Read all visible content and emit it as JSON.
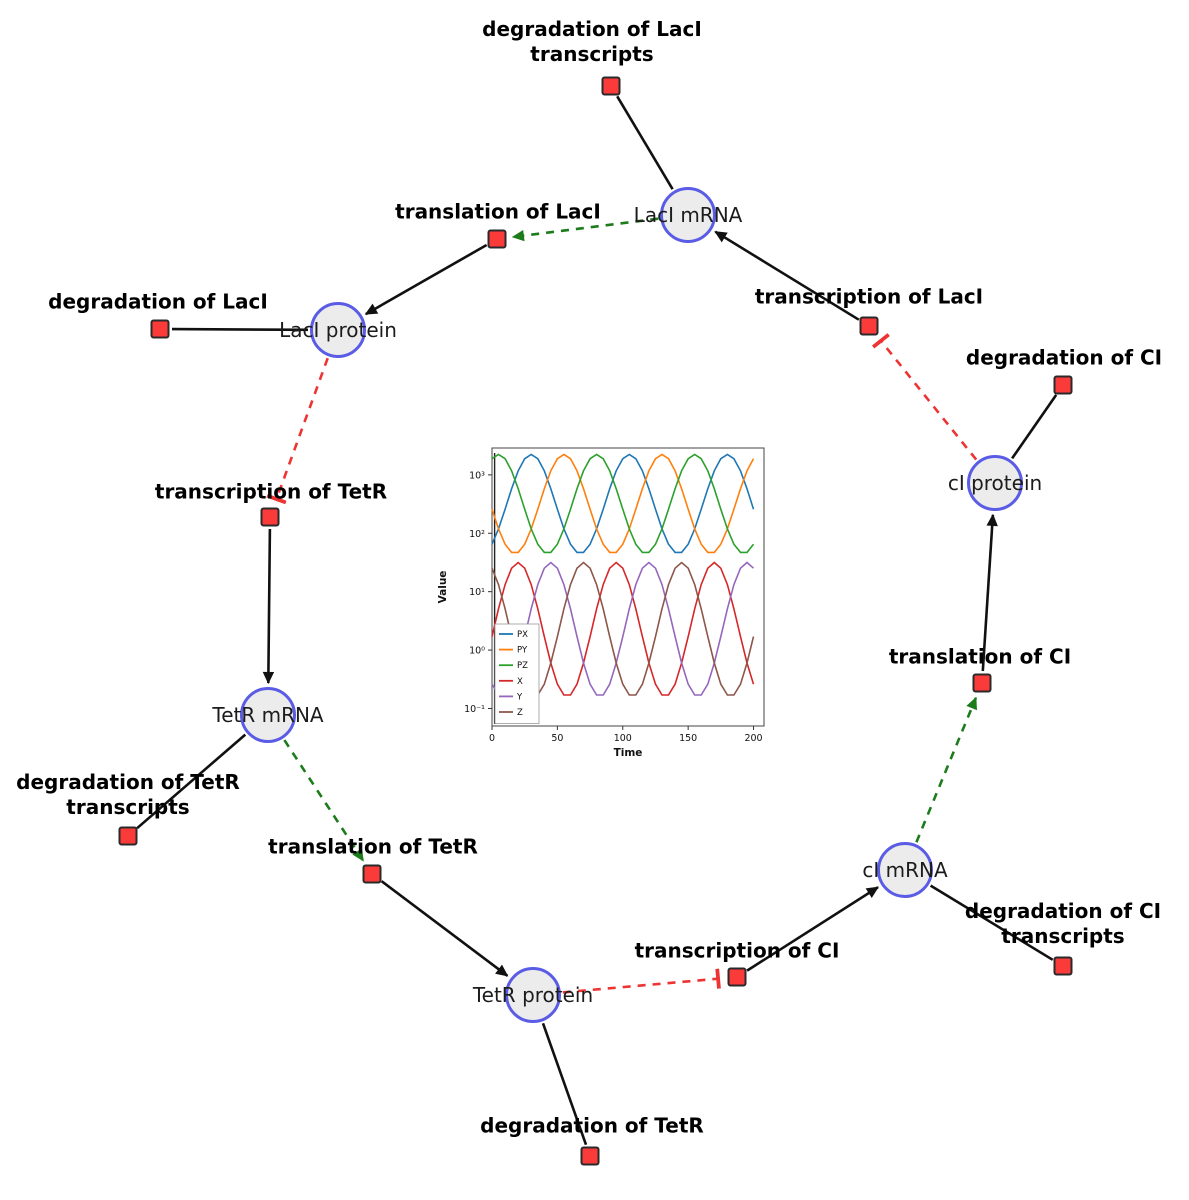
{
  "network": {
    "species": [
      {
        "id": "laci_mrna",
        "label": "LacI mRNA"
      },
      {
        "id": "laci_protein",
        "label": "LacI protein"
      },
      {
        "id": "tetr_mrna",
        "label": "TetR mRNA"
      },
      {
        "id": "tetr_protein",
        "label": "TetR protein"
      },
      {
        "id": "ci_mrna",
        "label": "cI mRNA"
      },
      {
        "id": "ci_protein",
        "label": "cI protein"
      }
    ],
    "reactions": [
      {
        "id": "deg_laci_tx",
        "label": "degradation of LacI transcripts"
      },
      {
        "id": "transl_laci",
        "label": "translation of LacI"
      },
      {
        "id": "deg_laci",
        "label": "degradation of LacI"
      },
      {
        "id": "tc_laci",
        "label": "transcription of LacI"
      },
      {
        "id": "deg_ci",
        "label": "degradation of CI"
      },
      {
        "id": "tc_tetr",
        "label": "transcription of TetR"
      },
      {
        "id": "transl_ci",
        "label": "translation of CI"
      },
      {
        "id": "deg_tetr_tx",
        "label": "degradation of TetR transcripts"
      },
      {
        "id": "transl_tetr",
        "label": "translation of TetR"
      },
      {
        "id": "tc_ci",
        "label": "transcription of CI"
      },
      {
        "id": "deg_ci_tx",
        "label": "degradation of CI transcripts"
      },
      {
        "id": "deg_tetr",
        "label": "degradation of TetR"
      }
    ],
    "edges": [
      {
        "from": "laci_mrna",
        "to": "deg_laci_tx",
        "type": "consumption"
      },
      {
        "from": "laci_protein",
        "to": "deg_laci",
        "type": "consumption"
      },
      {
        "from": "tetr_mrna",
        "to": "deg_tetr_tx",
        "type": "consumption"
      },
      {
        "from": "tetr_protein",
        "to": "deg_tetr",
        "type": "consumption"
      },
      {
        "from": "ci_mrna",
        "to": "deg_ci_tx",
        "type": "consumption"
      },
      {
        "from": "ci_protein",
        "to": "deg_ci",
        "type": "consumption"
      },
      {
        "from": "tc_laci",
        "to": "laci_mrna",
        "type": "production"
      },
      {
        "from": "transl_laci",
        "to": "laci_protein",
        "type": "production"
      },
      {
        "from": "tc_tetr",
        "to": "tetr_mrna",
        "type": "production"
      },
      {
        "from": "transl_tetr",
        "to": "tetr_protein",
        "type": "production"
      },
      {
        "from": "tc_ci",
        "to": "ci_mrna",
        "type": "production"
      },
      {
        "from": "transl_ci",
        "to": "ci_protein",
        "type": "production"
      },
      {
        "from": "laci_mrna",
        "to": "transl_laci",
        "type": "modifier"
      },
      {
        "from": "tetr_mrna",
        "to": "transl_tetr",
        "type": "modifier"
      },
      {
        "from": "ci_mrna",
        "to": "transl_ci",
        "type": "modifier"
      },
      {
        "from": "laci_protein",
        "to": "tc_tetr",
        "type": "inhibition"
      },
      {
        "from": "tetr_protein",
        "to": "tc_ci",
        "type": "inhibition"
      },
      {
        "from": "ci_protein",
        "to": "tc_laci",
        "type": "inhibition"
      }
    ],
    "colors": {
      "species_fill": "#ececec",
      "species_border": "#5a5ce6",
      "reaction_fill": "#fb3a3a",
      "edge_black": "#111111",
      "edge_green": "#1c7c1c",
      "edge_red": "#ee3333"
    }
  },
  "chart_data": {
    "type": "line",
    "title": "",
    "xlabel": "Time",
    "ylabel": "Value",
    "y_scale": "log",
    "xlim": [
      0,
      208
    ],
    "ylim_log": [
      -1.3,
      3.46
    ],
    "x_ticks": [
      0,
      50,
      100,
      150,
      200
    ],
    "y_ticks": [
      0.1,
      1,
      10,
      100,
      1000
    ],
    "y_tick_labels": [
      "10⁻¹",
      "10⁰",
      "10¹",
      "10²",
      "10³"
    ],
    "legend_position": "lower left",
    "t_start": 0,
    "t_step": 5,
    "series": [
      {
        "name": "PX",
        "color": "#1f77b4",
        "values": [
          65,
          119,
          258,
          579,
          1172,
          1890,
          2239,
          1890,
          1172,
          579,
          258,
          119,
          65,
          47,
          47,
          65,
          119,
          258,
          579,
          1172,
          1890,
          2239,
          1890,
          1172,
          579,
          258,
          119,
          65,
          47,
          47,
          65,
          119,
          258,
          579,
          1172,
          1890,
          2239,
          1890,
          1172,
          579,
          258
        ]
      },
      {
        "name": "PY",
        "color": "#ff7f0e",
        "values": [
          258,
          119,
          65,
          47,
          47,
          65,
          119,
          258,
          579,
          1172,
          1890,
          2239,
          1890,
          1172,
          579,
          258,
          119,
          65,
          47,
          47,
          65,
          119,
          258,
          579,
          1172,
          1890,
          2239,
          1890,
          1172,
          579,
          258,
          119,
          65,
          47,
          47,
          65,
          119,
          258,
          579,
          1172,
          1890
        ]
      },
      {
        "name": "PZ",
        "color": "#2ca02c",
        "values": [
          1890,
          2239,
          1890,
          1172,
          579,
          258,
          119,
          65,
          47,
          47,
          65,
          119,
          258,
          579,
          1172,
          1890,
          2239,
          1890,
          1172,
          579,
          258,
          119,
          65,
          47,
          47,
          65,
          119,
          258,
          579,
          1172,
          1890,
          2239,
          1890,
          1172,
          579,
          258,
          119,
          65,
          47,
          47,
          65
        ]
      },
      {
        "name": "X",
        "color": "#d62728",
        "values": [
          1.7,
          5.1,
          13.2,
          25.2,
          31.6,
          25.2,
          13.2,
          5.1,
          1.7,
          0.6,
          0.26,
          0.17,
          0.17,
          0.26,
          0.6,
          1.7,
          5.1,
          13.2,
          25.2,
          31.6,
          25.2,
          13.2,
          5.1,
          1.7,
          0.6,
          0.26,
          0.17,
          0.17,
          0.26,
          0.6,
          1.7,
          5.1,
          13.2,
          25.2,
          31.6,
          25.2,
          13.2,
          5.1,
          1.7,
          0.6,
          0.26
        ]
      },
      {
        "name": "Y",
        "color": "#9467bd",
        "values": [
          0.26,
          0.17,
          0.17,
          0.26,
          0.6,
          1.7,
          5.1,
          13.2,
          25.2,
          31.6,
          25.2,
          13.2,
          5.1,
          1.7,
          0.6,
          0.26,
          0.17,
          0.17,
          0.26,
          0.6,
          1.7,
          5.1,
          13.2,
          25.2,
          31.6,
          25.2,
          13.2,
          5.1,
          1.7,
          0.6,
          0.26,
          0.17,
          0.17,
          0.26,
          0.6,
          1.7,
          5.1,
          13.2,
          25.2,
          31.6,
          25.2
        ]
      },
      {
        "name": "Z",
        "color": "#8c564b",
        "values": [
          25.2,
          13.2,
          5.1,
          1.7,
          0.6,
          0.26,
          0.17,
          0.17,
          0.26,
          0.6,
          1.7,
          5.1,
          13.2,
          25.2,
          31.6,
          25.2,
          13.2,
          5.1,
          1.7,
          0.6,
          0.26,
          0.17,
          0.17,
          0.26,
          0.6,
          1.7,
          5.1,
          13.2,
          25.2,
          31.6,
          25.2,
          13.2,
          5.1,
          1.7,
          0.6,
          0.26,
          0.17,
          0.17,
          0.26,
          0.6,
          1.7
        ]
      }
    ]
  }
}
